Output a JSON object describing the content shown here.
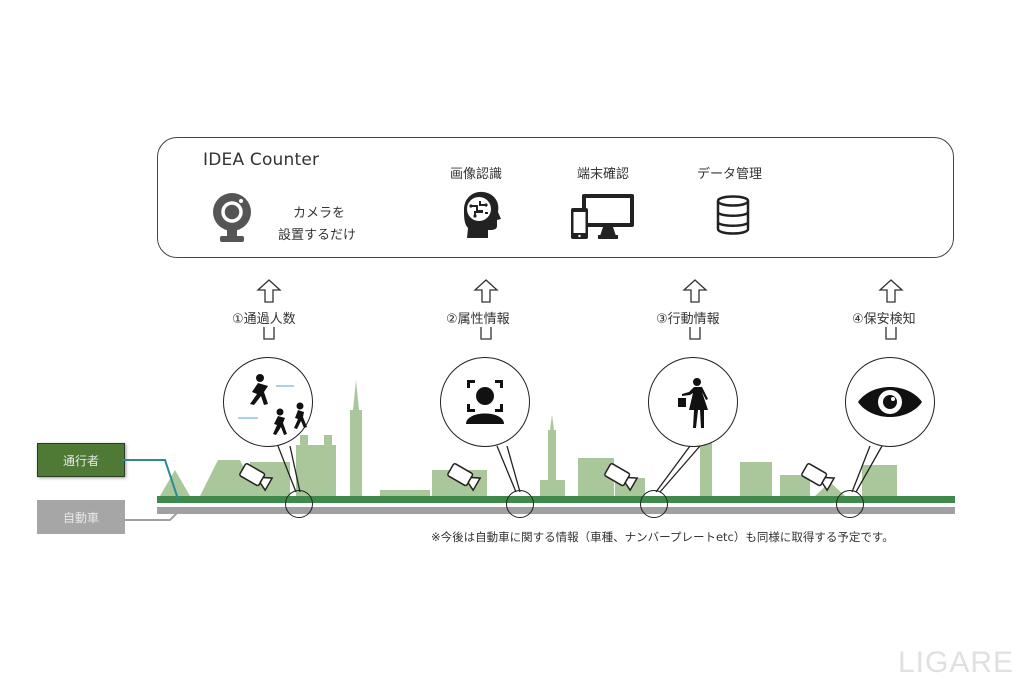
{
  "header": {
    "title": "IDEA Counter",
    "camera_caption_line1": "カメラを",
    "camera_caption_line2": "設置するだけ",
    "features": [
      {
        "label": "画像認識",
        "icon": "brain-circuit-icon"
      },
      {
        "label": "端末確認",
        "icon": "devices-icon"
      },
      {
        "label": "データ管理",
        "icon": "database-icon"
      }
    ]
  },
  "steps": [
    {
      "label": "①通過人数",
      "icon": "walking-people-icon"
    },
    {
      "label": "②属性情報",
      "icon": "face-scan-icon"
    },
    {
      "label": "③行動情報",
      "icon": "shopper-icon"
    },
    {
      "label": "④保安検知",
      "icon": "eye-icon"
    }
  ],
  "legend": {
    "pedestrian": "通行者",
    "vehicle": "自動車",
    "pedestrian_color": "#4e7a35",
    "vehicle_color": "#a6a6a6"
  },
  "colors": {
    "skyline": "#a9c79a",
    "road_green": "#3f8a4a",
    "road_gray": "#a0a0a0"
  },
  "note": "※今後は自動車に関する情報（車種、ナンバープレートetc）も同様に取得する予定です。",
  "watermark": "LIGARE"
}
